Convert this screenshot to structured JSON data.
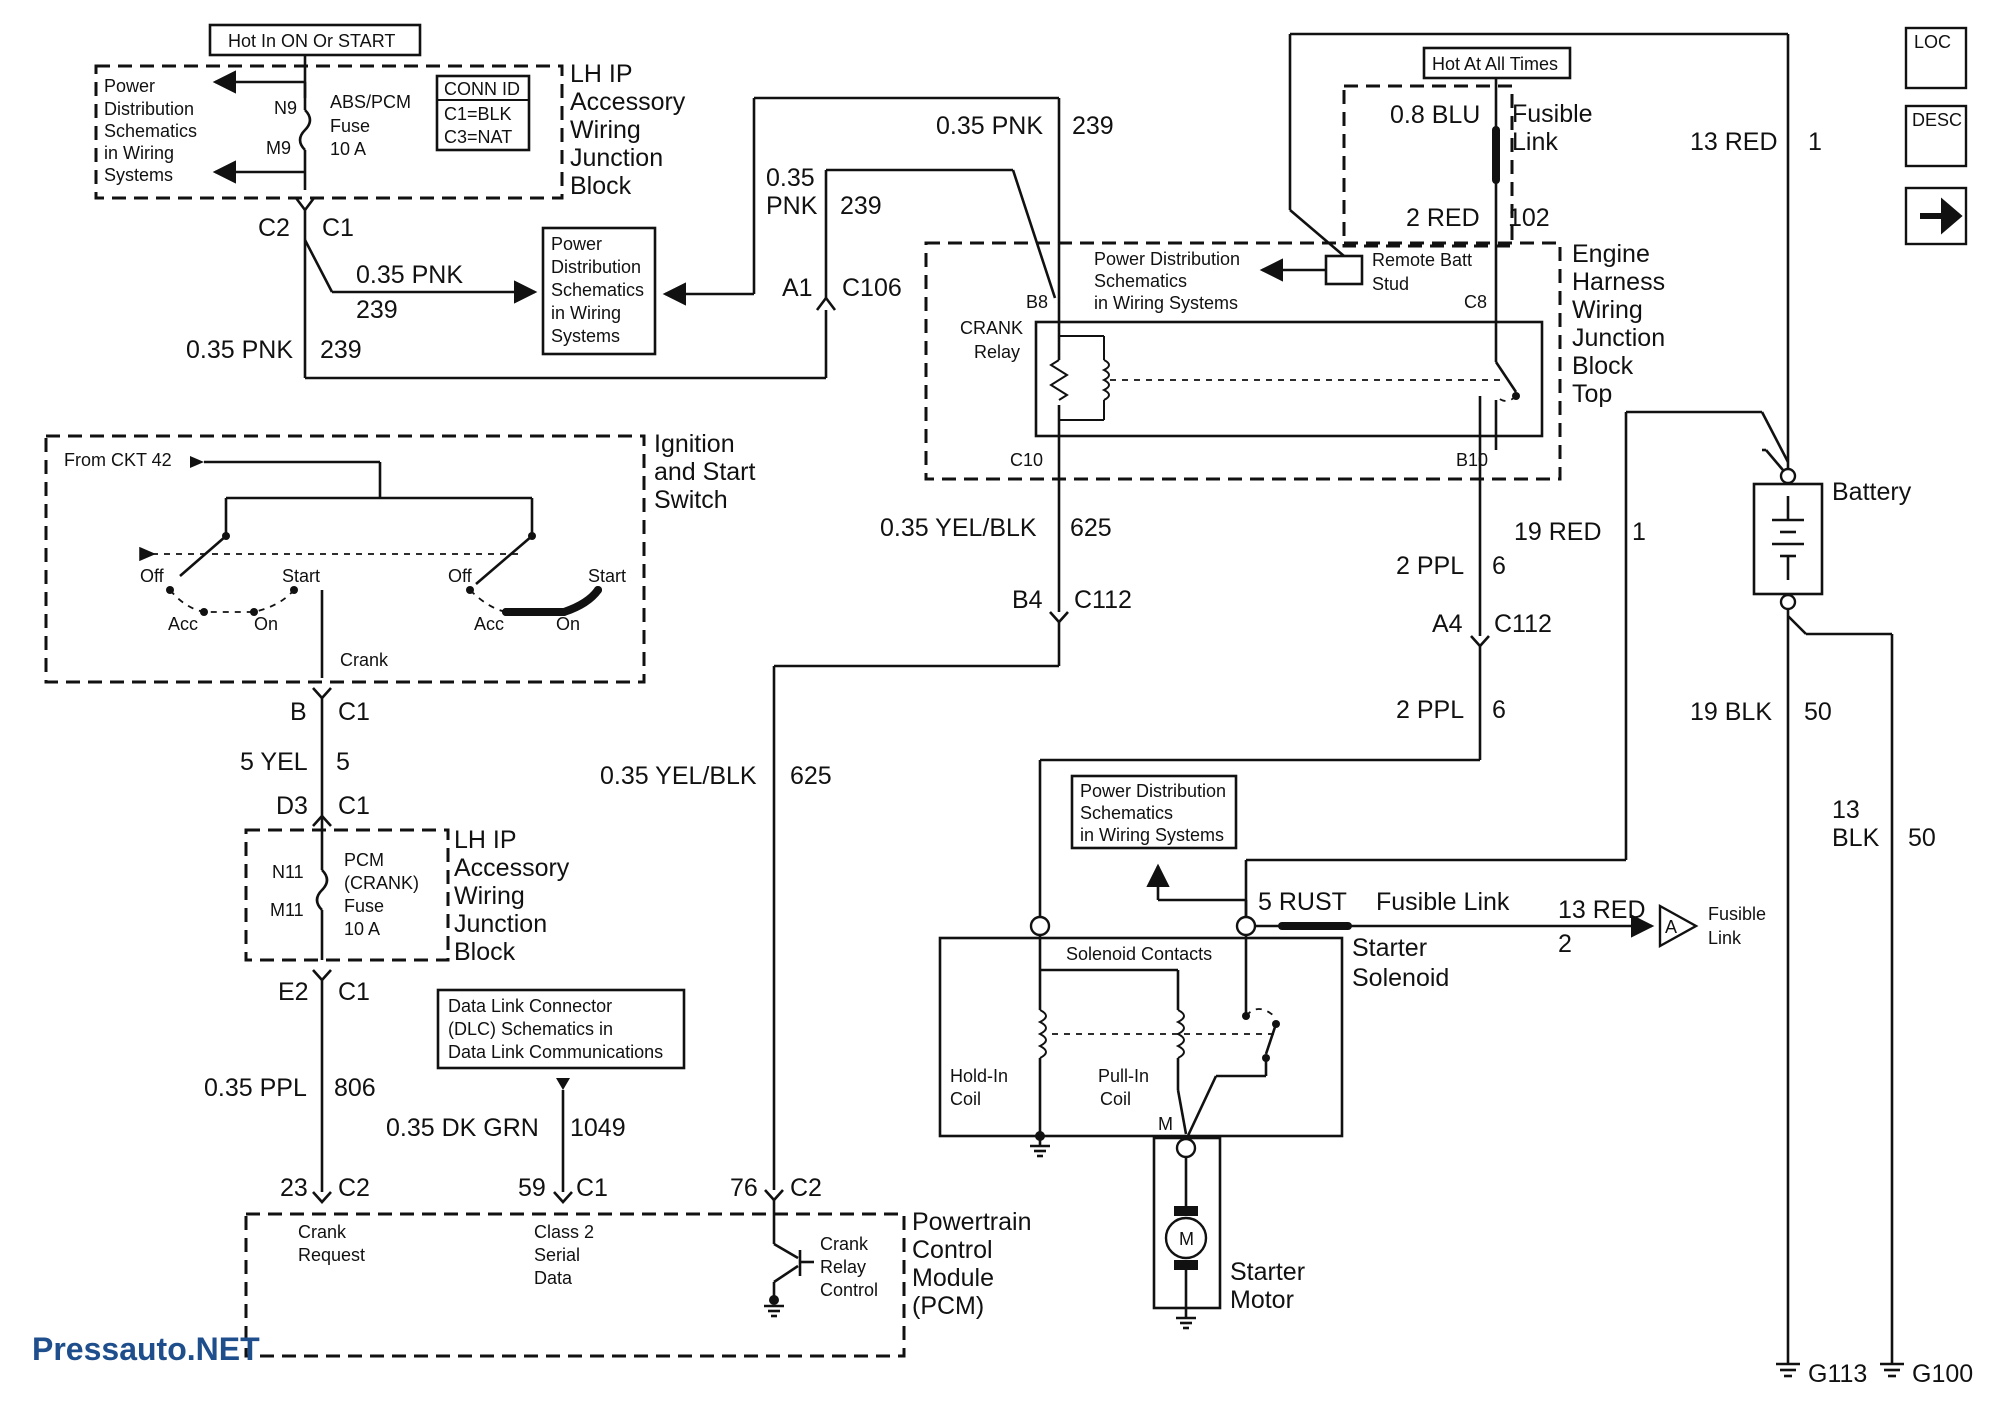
{
  "watermark": "Pressauto.NET",
  "nav": {
    "loc": "LOC",
    "desc": "DESC",
    "next": "next-arrow-icon"
  },
  "top_left": {
    "hot_label": "Hot In ON Or START",
    "pd_lines": [
      "Power",
      "Distribution",
      "Schematics",
      "in Wiring",
      "Systems"
    ],
    "pin_n9": "N9",
    "pin_m9": "M9",
    "fuse_lines": [
      "ABS/PCM",
      "Fuse",
      "10 A"
    ],
    "conn_lines": [
      "CONN ID",
      "C1=BLK",
      "C3=NAT"
    ],
    "block_lines": [
      "LH IP",
      "Accessory",
      "Wiring",
      "Junction",
      "Block"
    ],
    "c2": "C2",
    "c1": "C1",
    "wire_a": "0.35 PNK",
    "wire_a_num": "239",
    "wire_b": "0.35 PNK",
    "wire_b_num": "239",
    "pd2_lines": [
      "Power",
      "Distribution",
      "Schematics",
      "in Wiring",
      "Systems"
    ]
  },
  "middle_top": {
    "wire_top": "0.35 PNK",
    "wire_top_num": "239",
    "wire_side_1": "0.35",
    "wire_side_2": "PNK",
    "wire_side_num": "239",
    "a1": "A1",
    "c106": "C106"
  },
  "engine_block": {
    "pd_lines": [
      "Power Distribution",
      "Schematics",
      "in Wiring Systems"
    ],
    "stud_lines": [
      "Remote Batt",
      "Stud"
    ],
    "b8": "B8",
    "c8": "C8",
    "c10": "C10",
    "b10": "B10",
    "relay_lines": [
      "CRANK",
      "Relay"
    ],
    "title_lines": [
      "Engine",
      "Harness",
      "Wiring",
      "Junction",
      "Block",
      "Top"
    ]
  },
  "top_right": {
    "hot_label": "Hot At All Times",
    "wire_blu": "0.8 BLU",
    "fusible_lines": [
      "Fusible",
      "Link"
    ],
    "wire_red": "2 RED",
    "wire_red_num": "102",
    "wire_13red": "13 RED",
    "wire_13red_num": "1"
  },
  "ignition": {
    "title_lines": [
      "Ignition",
      "and Start",
      "Switch"
    ],
    "from_ckt": "From CKT 42",
    "off1": "Off",
    "start1": "Start",
    "acc1": "Acc",
    "on1": "On",
    "off2": "Off",
    "start2": "Start",
    "acc2": "Acc",
    "on2": "On",
    "crank": "Crank"
  },
  "left_chain": {
    "b": "B",
    "c1a": "C1",
    "wire_yel": "5 YEL",
    "wire_yel_num": "5",
    "d3": "D3",
    "c1b": "C1",
    "n11": "N11",
    "m11": "M11",
    "fuse_lines": [
      "PCM",
      "(CRANK)",
      "Fuse",
      "10 A"
    ],
    "block_lines": [
      "LH IP",
      "Accessory",
      "Wiring",
      "Junction",
      "Block"
    ],
    "e2": "E2",
    "c1c": "C1",
    "wire_ppl": "0.35 PPL",
    "wire_ppl_num": "806"
  },
  "relay_out": {
    "wire_yb": "0.35 YEL/BLK",
    "wire_yb_num": "625",
    "b4": "B4",
    "c112a": "C112",
    "wire_yb2": "0.35 YEL/BLK",
    "wire_yb2_num": "625",
    "wire_ppl": "2 PPL",
    "wire_ppl_num": "6",
    "a4": "A4",
    "c112b": "C112",
    "wire_ppl2": "2 PPL",
    "wire_ppl2_num": "6",
    "wire_19red": "19 RED",
    "wire_19red_num": "1"
  },
  "battery": {
    "label": "Battery",
    "wire_blk": "19 BLK",
    "wire_blk_num": "50",
    "wire_blk2_1": "13",
    "wire_blk2_2": "BLK",
    "wire_blk2_num": "50",
    "g113": "G113",
    "g100": "G100"
  },
  "starter": {
    "pd_lines": [
      "Power Distribution",
      "Schematics",
      "in Wiring Systems"
    ],
    "rust": "5 RUST",
    "fusible": "Fusible Link",
    "wire_13red": "13 RED",
    "wire_13red_num": "2",
    "ref_a": "A",
    "ref_lines": [
      "Fusible",
      "Link"
    ],
    "contacts": "Solenoid Contacts",
    "solenoid_lines": [
      "Starter",
      "Solenoid"
    ],
    "hold_lines": [
      "Hold-In",
      "Coil"
    ],
    "pull_lines": [
      "Pull-In",
      "Coil"
    ],
    "m": "M",
    "motor_m": "M",
    "motor_lines": [
      "Starter",
      "Motor"
    ]
  },
  "dlc": {
    "box_lines": [
      "Data Link Connector",
      "(DLC) Schematics in",
      "Data Link Communications"
    ],
    "wire": "0.35 DK GRN",
    "wire_num": "1049"
  },
  "pcm": {
    "pin23": "23",
    "c2a": "C2",
    "pin59": "59",
    "c1": "C1",
    "pin76": "76",
    "c2b": "C2",
    "crank_req": [
      "Crank",
      "Request"
    ],
    "class2": [
      "Class 2",
      "Serial",
      "Data"
    ],
    "relay_ctrl": [
      "Crank",
      "Relay",
      "Control"
    ],
    "title_lines": [
      "Powertrain",
      "Control",
      "Module",
      "(PCM)"
    ]
  }
}
